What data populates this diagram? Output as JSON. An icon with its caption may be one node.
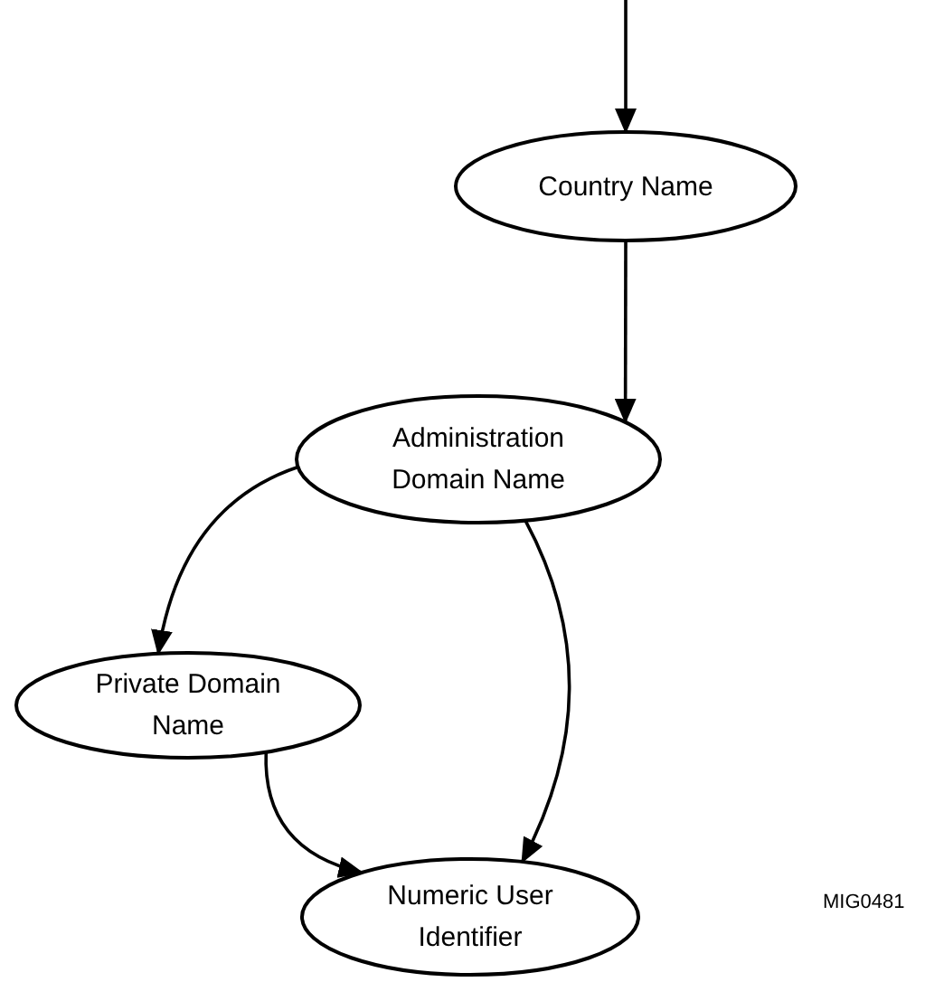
{
  "diagram": {
    "nodes": [
      {
        "text": [
          "Country Name"
        ]
      },
      {
        "text": [
          "Administration Domain Name"
        ]
      },
      {
        "text": [
          "Private Domain Name"
        ]
      },
      {
        "text": [
          "Numeric User Identifier"
        ]
      }
    ],
    "edges": [
      {
        "from": null,
        "to": 0,
        "arrow": "to"
      },
      {
        "from": 0,
        "to": 1,
        "arrow": "to"
      },
      {
        "from": 1,
        "to": 2,
        "arrow": "to"
      },
      {
        "from": 1,
        "to": 3,
        "arrow": "to"
      },
      {
        "from": 2,
        "to": 3,
        "arrow": "to"
      }
    ],
    "labels": [
      "MIG0481"
    ]
  }
}
